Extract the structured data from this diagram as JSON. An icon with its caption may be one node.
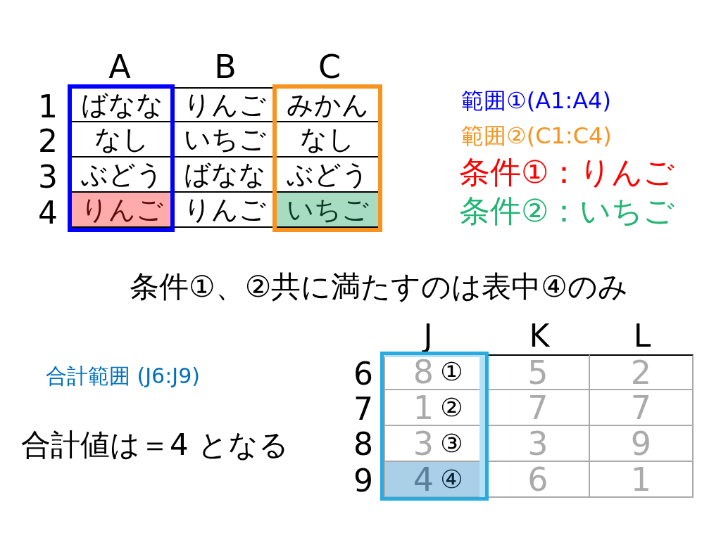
{
  "diagram": {
    "labels": [
      "A",
      "B",
      "C",
      "1",
      "ばなな",
      "りんご",
      "みかん",
      "2",
      "なし",
      "いちご",
      "なし",
      "3",
      "ぶどう",
      "ばなな",
      "ぶどう",
      "4",
      "りんご",
      "りんご",
      "いちご",
      "範囲①(A1:A4)",
      "範囲②(C1:C4)",
      "条件①：りんご",
      "条件②：いちご",
      "条件①、②共に満たすのは表中④のみ",
      "J",
      "K",
      "L",
      "合計範囲 (J6:J9)",
      "6",
      "8",
      "①",
      "5",
      "2",
      "7",
      "1",
      "②",
      "7",
      "7",
      "8",
      "3",
      "③",
      "3",
      "9",
      "9",
      "4",
      "④",
      "6",
      "1",
      "合計値は＝4 となる"
    ]
  }
}
